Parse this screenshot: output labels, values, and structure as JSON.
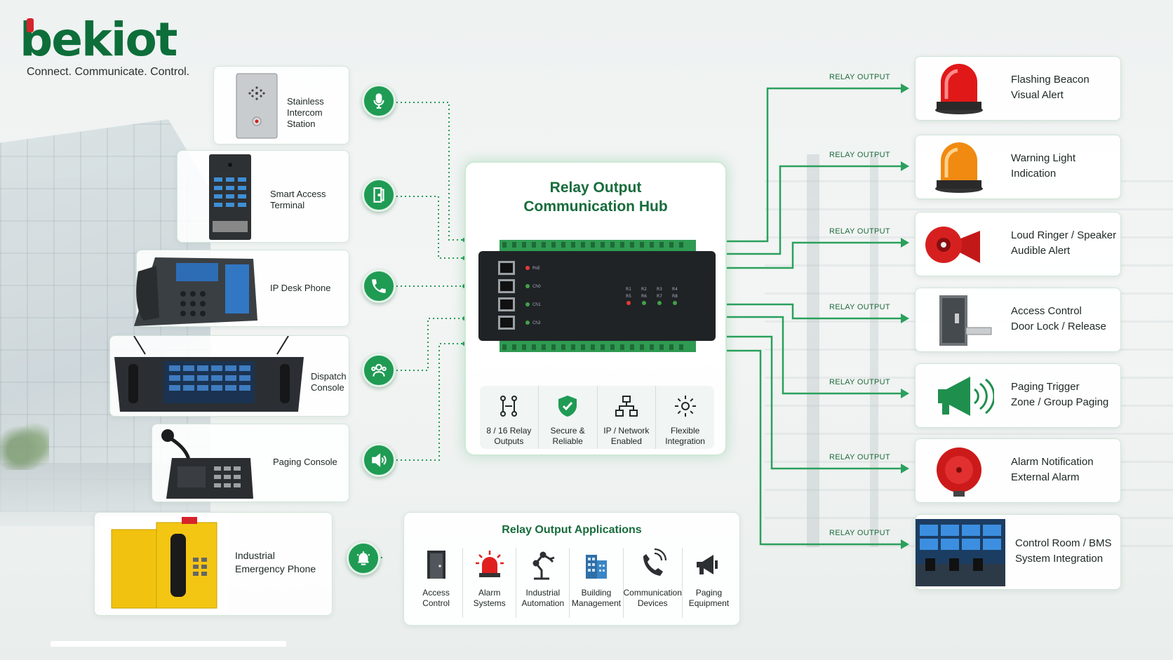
{
  "brand": {
    "logo_text_1": "be",
    "logo_text_2": "kiot",
    "tagline": "Connect. Communicate. Control."
  },
  "colors": {
    "brand_green": "#0d6e3a",
    "accent_green": "#1f9b54",
    "brand_red": "#d6242a"
  },
  "inputs": [
    {
      "lines": [
        "Stainless",
        "Intercom Station"
      ],
      "icon": "microphone-icon"
    },
    {
      "lines": [
        "Smart Access",
        "Terminal"
      ],
      "icon": "door-icon"
    },
    {
      "lines": [
        "IP Desk Phone"
      ],
      "icon": "phone-icon"
    },
    {
      "lines": [
        "Dispatch",
        "Console"
      ],
      "icon": "users-icon"
    },
    {
      "lines": [
        "Paging Console"
      ],
      "icon": "speaker-icon"
    },
    {
      "lines": [
        "Industrial",
        "Emergency Phone"
      ],
      "icon": "alarm-bell-icon"
    }
  ],
  "hub": {
    "title_1": "Relay Output",
    "title_2": "Communication Hub",
    "device": {
      "port_labels": [
        "PoE",
        "Ch0",
        "Ch1",
        "Ch2"
      ],
      "relay_labels_top": [
        "R1",
        "R2",
        "R3",
        "R4"
      ],
      "relay_labels_bottom": [
        "R5",
        "R6",
        "R7",
        "R8"
      ]
    },
    "features": [
      {
        "lines": [
          "8 / 16 Relay",
          "Outputs"
        ],
        "icon": "relay-icon"
      },
      {
        "lines": [
          "Secure &",
          "Reliable"
        ],
        "icon": "shield-check-icon"
      },
      {
        "lines": [
          "IP / Network",
          "Enabled"
        ],
        "icon": "network-icon"
      },
      {
        "lines": [
          "Flexible",
          "Integration"
        ],
        "icon": "gear-icon"
      }
    ]
  },
  "applications": {
    "title": "Relay Output Applications",
    "items": [
      {
        "lines": [
          "Access",
          "Control"
        ],
        "icon": "door-icon"
      },
      {
        "lines": [
          "Alarm",
          "Systems"
        ],
        "icon": "siren-icon"
      },
      {
        "lines": [
          "Industrial",
          "Automation"
        ],
        "icon": "robot-arm-icon"
      },
      {
        "lines": [
          "Building",
          "Management"
        ],
        "icon": "building-icon"
      },
      {
        "lines": [
          "Communication",
          "Devices"
        ],
        "icon": "phone-waves-icon"
      },
      {
        "lines": [
          "Paging",
          "Equipment"
        ],
        "icon": "megaphone-icon"
      }
    ]
  },
  "relay_tag": "RELAY OUTPUT",
  "outputs": [
    {
      "lines": [
        "Flashing Beacon",
        "Visual Alert"
      ],
      "icon": "red-beacon-icon"
    },
    {
      "lines": [
        "Warning Light",
        "Indication"
      ],
      "icon": "amber-beacon-icon"
    },
    {
      "lines": [
        "Loud Ringer / Speaker",
        "Audible Alert"
      ],
      "icon": "horn-speaker-icon"
    },
    {
      "lines": [
        "Access Control",
        "Door Lock / Release"
      ],
      "icon": "door-lock-icon"
    },
    {
      "lines": [
        "Paging Trigger",
        "Zone / Group Paging"
      ],
      "icon": "megaphone-icon"
    },
    {
      "lines": [
        "Alarm Notification",
        "External Alarm"
      ],
      "icon": "alarm-bell-icon"
    },
    {
      "lines": [
        "Control Room / BMS",
        "System Integration"
      ],
      "icon": "control-room-icon"
    }
  ]
}
